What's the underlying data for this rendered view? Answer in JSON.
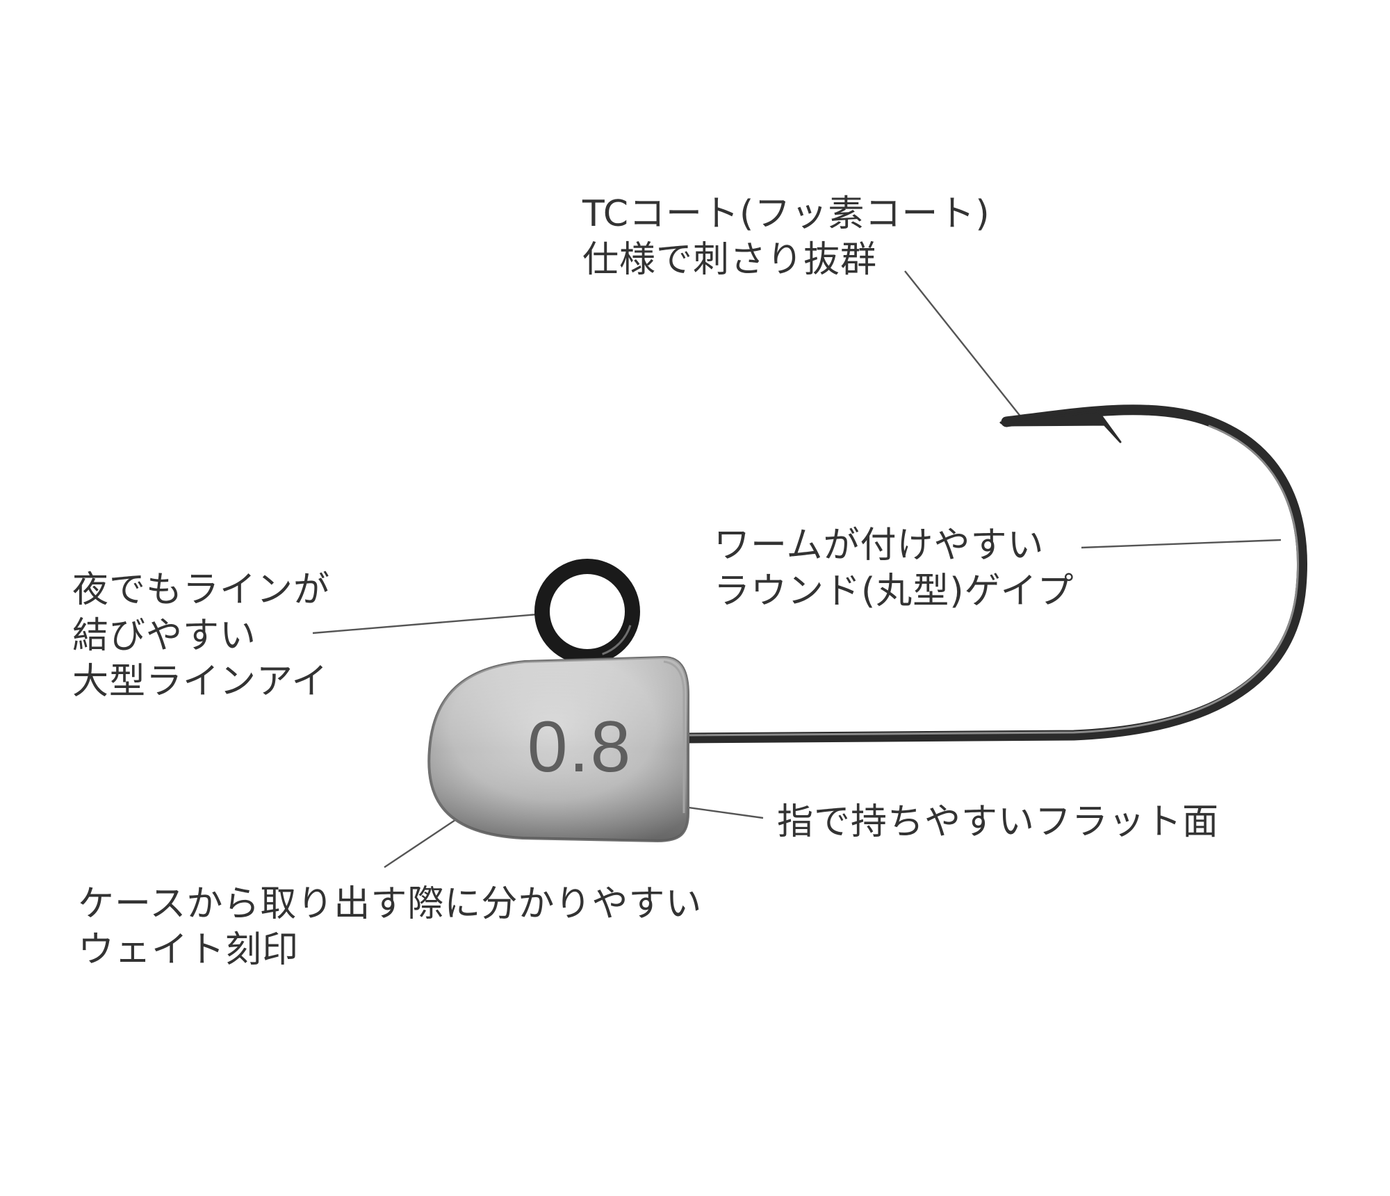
{
  "callouts": {
    "tc_coat": {
      "line1": "TCコート(フッ素コート)",
      "line2": "仕様で刺さり抜群"
    },
    "round_gap": {
      "line1": "ワームが付けやすい",
      "line2": "ラウンド(丸型)ゲイプ"
    },
    "line_eye": {
      "line1": "夜でもラインが",
      "line2": "結びやすい",
      "line3": "大型ラインアイ"
    },
    "flat_face": {
      "line1": "指で持ちやすいフラット面"
    },
    "weight_stamp": {
      "line1": "ケースから取り出す際に分かりやすい",
      "line2": "ウェイト刻印"
    }
  },
  "jig_head": {
    "weight_mark": "0.8"
  },
  "colors": {
    "text": "#333333",
    "leader_line": "#555555",
    "hook_wire": "#2b2b2b",
    "head_base": "#8e8e8e",
    "head_highlight": "#cfcfcf",
    "eye_ring": "#1a1a1a"
  }
}
